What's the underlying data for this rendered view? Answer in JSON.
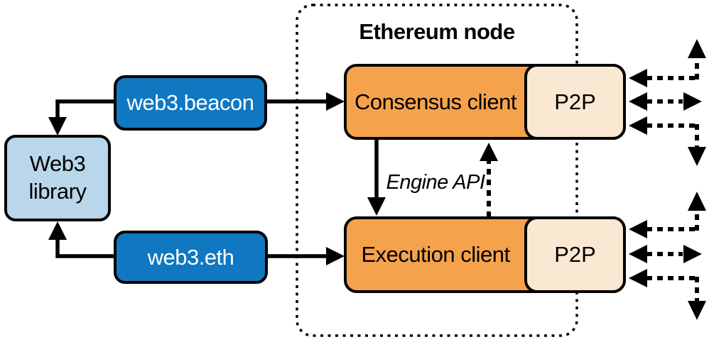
{
  "diagram": {
    "title": "Ethereum node",
    "nodes": {
      "web3_library": {
        "label_line1": "Web3",
        "label_line2": "library"
      },
      "web3_beacon": {
        "label": "web3.beacon"
      },
      "web3_eth": {
        "label": "web3.eth"
      },
      "consensus_client": {
        "label": "Consensus client"
      },
      "execution_client": {
        "label": "Execution client"
      },
      "p2p_top": {
        "label": "P2P"
      },
      "p2p_bottom": {
        "label": "P2P"
      }
    },
    "edges": {
      "engine_api_label": "Engine API"
    },
    "colors": {
      "blue": "#1077C1",
      "light_blue": "#B9D6EB",
      "orange": "#F5A24D",
      "cream": "#FBE8D3",
      "line": "#000000",
      "background": "#FFFFFF"
    }
  }
}
